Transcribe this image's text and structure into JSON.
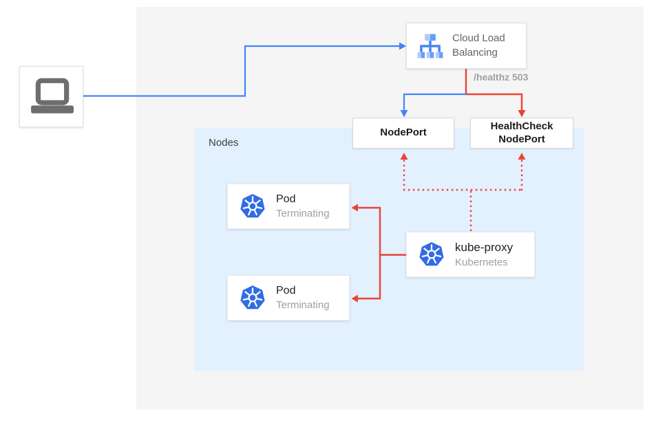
{
  "colors": {
    "accent_blue": "#4285f4",
    "accent_red": "#ea4335",
    "panel_bg": "#f5f5f5",
    "nodes_bg": "#e3f0fd",
    "kubernetes_blue": "#326ce5",
    "gcp_icon_blue": "#4285f4",
    "gcp_icon_light": "#aecbfa",
    "gcp_icon_medium": "#669df6",
    "laptop_gray": "#6e6e6e"
  },
  "icons": {
    "client": "laptop-icon",
    "load_balancer": "cloud-load-balancing-icon",
    "pod": "kubernetes-helm-icon",
    "kube_proxy": "kubernetes-helm-icon"
  },
  "diagram": {
    "load_balancer": {
      "label": "Cloud Load Balancing"
    },
    "health_check_annotation": "/healthz 503",
    "node_port": {
      "label": "NodePort"
    },
    "health_check_node_port": {
      "label": "HealthCheck NodePort"
    },
    "nodes_group": {
      "label": "Nodes"
    },
    "kube_proxy": {
      "title": "kube-proxy",
      "subtitle": "Kubernetes"
    },
    "pods": [
      {
        "title": "Pod",
        "status": "Terminating"
      },
      {
        "title": "Pod",
        "status": "Terminating"
      }
    ]
  }
}
